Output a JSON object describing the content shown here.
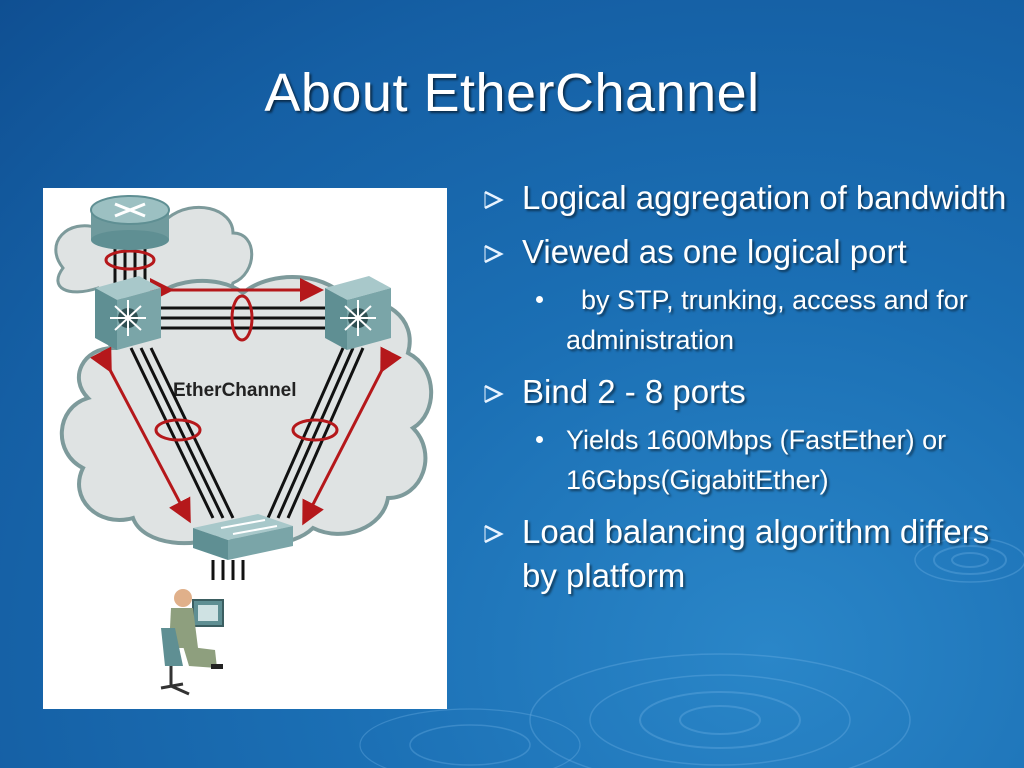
{
  "slide": {
    "title": "About EtherChannel",
    "figure_label": "EtherChannel",
    "bullets": [
      {
        "text": "Logical aggregation of bandwidth"
      },
      {
        "text": "Viewed as one logical port"
      },
      {
        "text": "  by STP, trunking, access and for administration",
        "level": 2
      },
      {
        "text": "Bind 2 - 8 ports"
      },
      {
        "text": "Yields 1600Mbps (FastEther) or 16Gbps(GigabitEther)",
        "level": 2
      },
      {
        "text": "Load balancing algorithm differs by platform"
      }
    ]
  },
  "colors": {
    "background": "#1b6fb4",
    "text": "#ffffff",
    "link_red": "#b5181b",
    "device_teal": "#5f8f93",
    "cloud": "#dfe3e3"
  },
  "icons": {
    "bullet_level1": "arrow-bullet-icon",
    "bullet_level2": "dot-bullet-icon"
  }
}
